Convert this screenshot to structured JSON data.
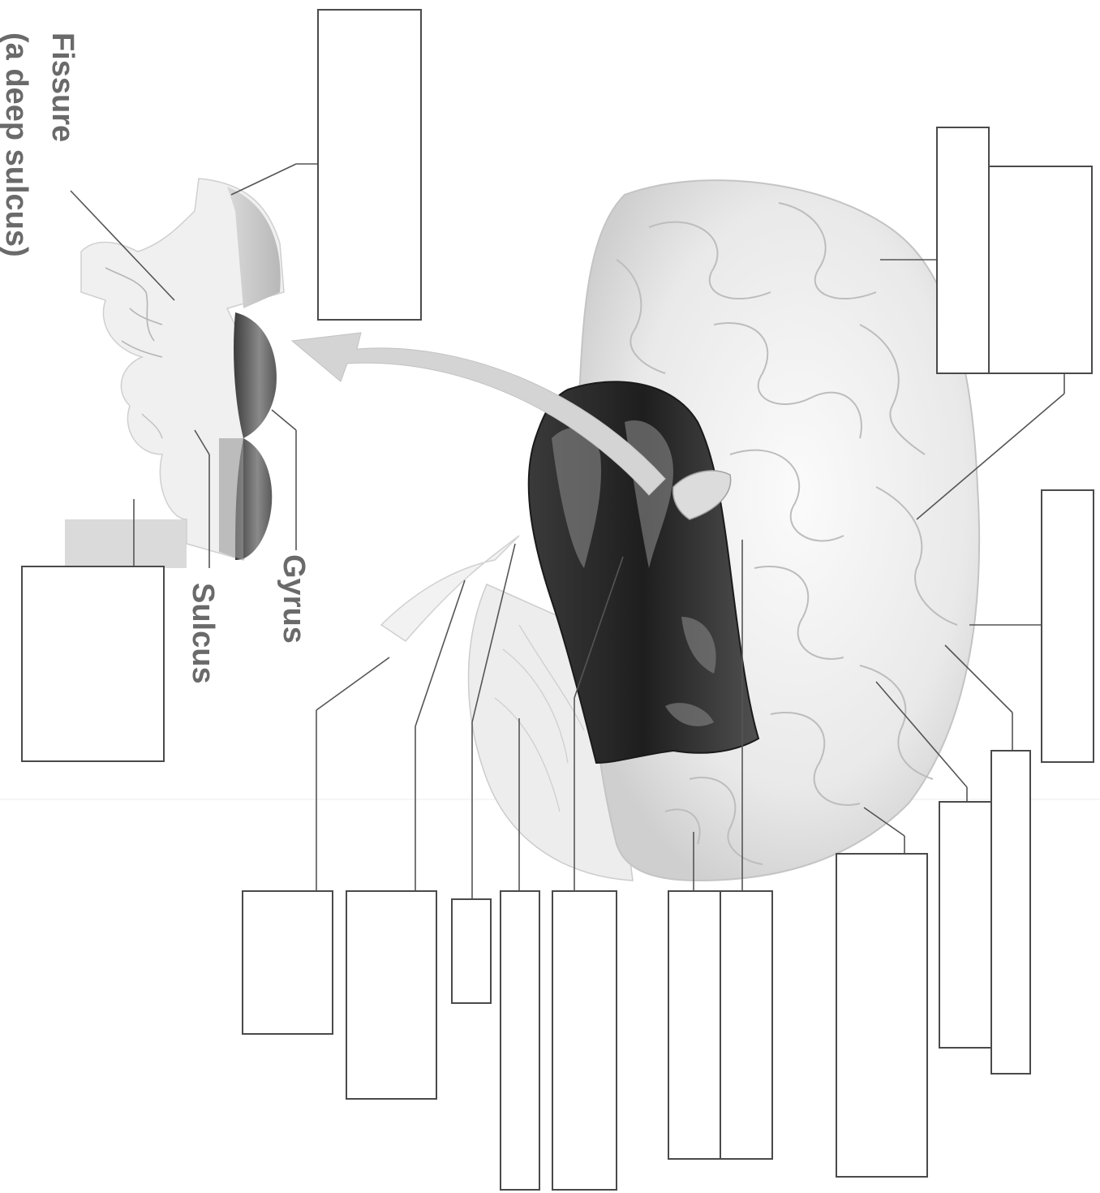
{
  "labels": {
    "fissure": "Fissure",
    "fissure_note": "(a deep sulcus)",
    "gyrus": "Gyrus",
    "sulcus": "Sulcus"
  },
  "colors": {
    "ink": "#4a4a4a",
    "label_gray": "#6a6a6a",
    "brain_light": "#eeeeee",
    "brain_dark": "#2a2a2a"
  },
  "answer_box_count": 18
}
